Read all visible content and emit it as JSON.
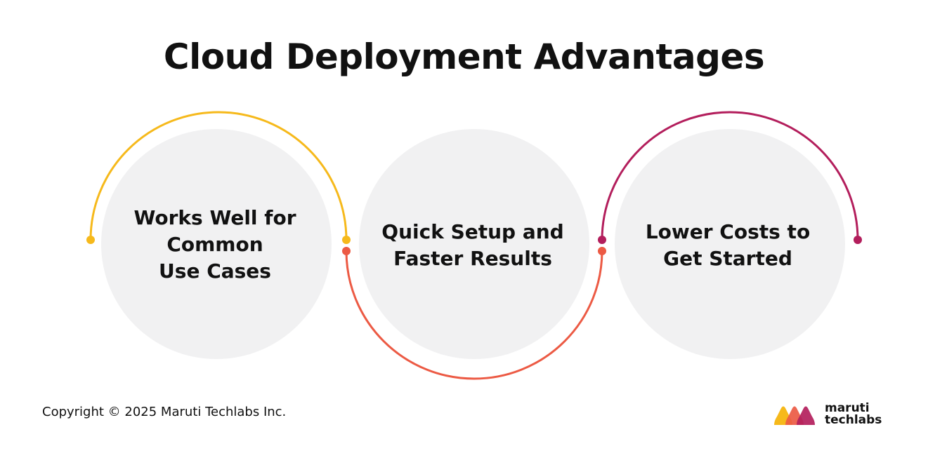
{
  "title": "Cloud Deployment Advantages",
  "cards": [
    {
      "label": "Works Well for\nCommon\nUse Cases"
    },
    {
      "label": "Quick Setup and\nFaster Results"
    },
    {
      "label": "Lower Costs to\nGet Started"
    }
  ],
  "colors": {
    "circle_fill": "#f1f1f2",
    "arc_1": "#f6b91b",
    "arc_2": "#ec5a44",
    "arc_3": "#b31e5c"
  },
  "footer": {
    "copyright": "Copyright © 2025 Maruti Techlabs Inc."
  },
  "logo": {
    "line1": "maruti",
    "line2": "techlabs"
  }
}
